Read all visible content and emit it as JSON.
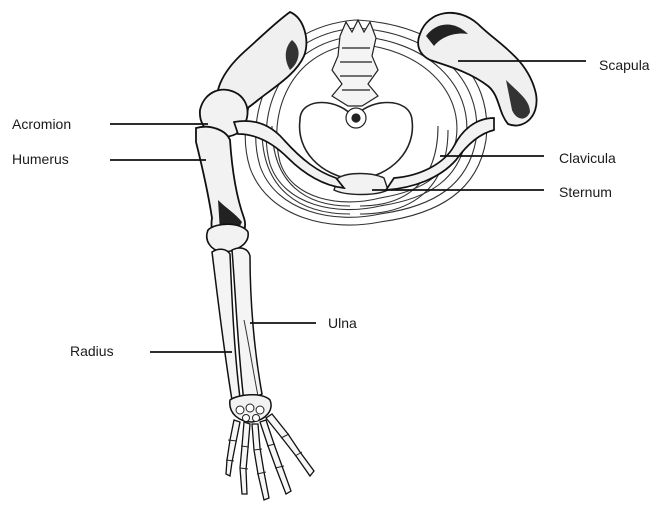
{
  "labels": {
    "scapula": "Scapula",
    "acromion": "Acromion",
    "humerus": "Humerus",
    "clavicula": "Clavicula",
    "sternum": "Sternum",
    "ulna": "Ulna",
    "radius": "Radius"
  }
}
